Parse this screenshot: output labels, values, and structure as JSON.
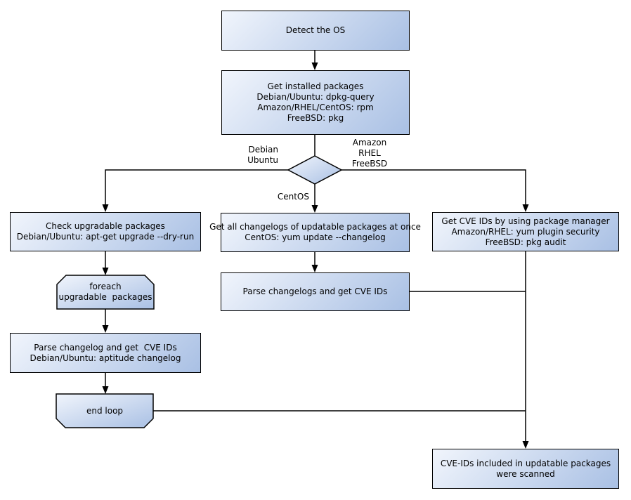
{
  "colors": {
    "background": "#ffffff",
    "node_fill_light": "#f1f5fc",
    "node_fill_dark": "#a9c0e4",
    "node_border": "#000000",
    "connector": "#000000",
    "text": "#000000"
  },
  "nodes": {
    "detect_os": {
      "line1": "Detect the OS"
    },
    "get_installed_packages": {
      "line1": "Get installed packages",
      "line2": "Debian/Ubuntu: dpkg-query",
      "line3": "Amazon/RHEL/CentOS: rpm",
      "line4": "FreeBSD: pkg"
    },
    "check_upgradable": {
      "line1": "Check upgradable packages",
      "line2": "Debian/Ubuntu: apt-get upgrade --dry-run"
    },
    "foreach_loop": {
      "line1": "foreach",
      "line2": "upgradable  packages"
    },
    "parse_changelog_debian": {
      "line1": "Parse changelog and get  CVE IDs",
      "line2": "Debian/Ubuntu: aptitude changelog"
    },
    "end_loop": {
      "line1": "end loop"
    },
    "get_all_changelogs": {
      "line1": "Get all changelogs of updatable packages at once",
      "line2": "CentOS: yum update --changelog"
    },
    "parse_changelogs": {
      "line1": "Parse changelogs and get CVE IDs"
    },
    "get_cve_ids": {
      "line1": "Get CVE IDs by using package manager",
      "line2": "Amazon/RHEL: yum plugin security",
      "line3": "FreeBSD: pkg audit"
    },
    "result": {
      "line1": "CVE-IDs included in updatable packages",
      "line2": "were scanned"
    }
  },
  "branch_labels": {
    "debian_ubuntu": {
      "line1": "Debian",
      "line2": "Ubuntu"
    },
    "amazon_rhel_freebsd": {
      "line1": "Amazon",
      "line2": "RHEL",
      "line3": "FreeBSD"
    },
    "centos": {
      "line1": "CentOS"
    }
  }
}
